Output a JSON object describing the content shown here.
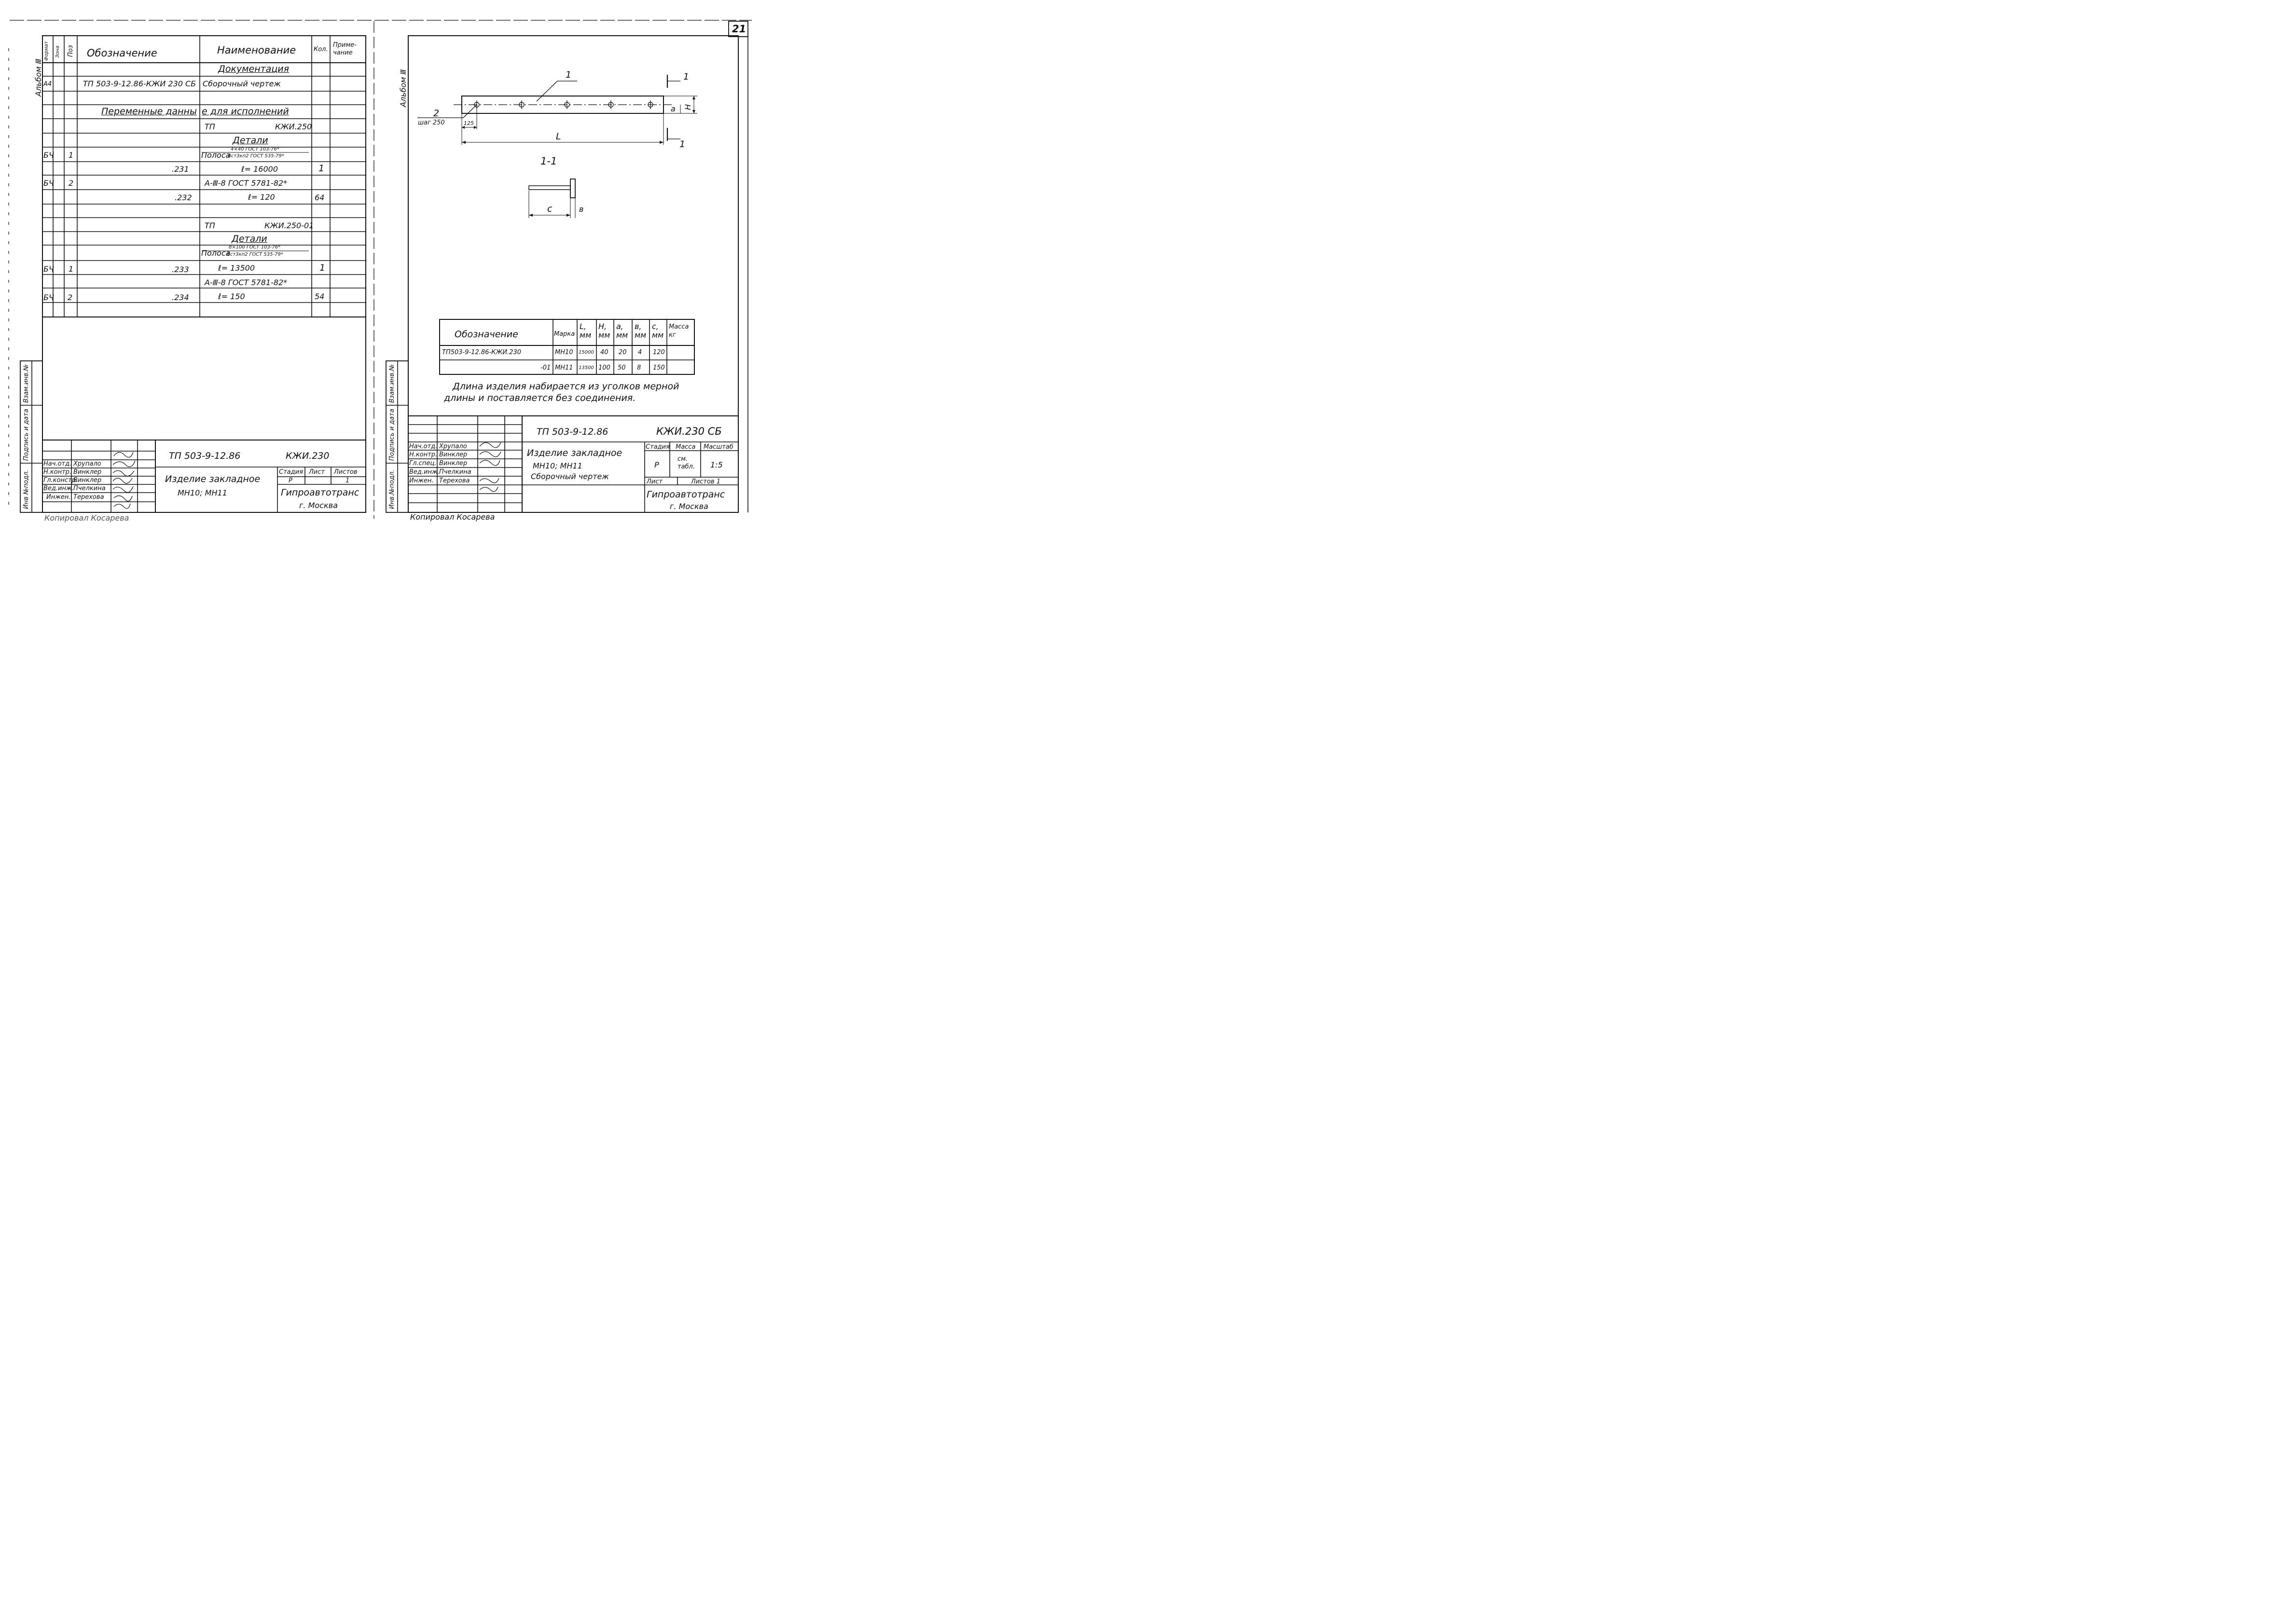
{
  "page_number": "21",
  "left": {
    "album_label": "Альбом Ⅲ",
    "header": {
      "format": "Формат",
      "zone": "Зона",
      "pos": "Поз",
      "designation": "Обозначение",
      "name": "Наименование",
      "qty": "Кол.",
      "note": "Приме-\nчание"
    },
    "rows": {
      "docs_heading": "Документация",
      "doc_format": "А4",
      "doc_designation": "ТП 503-9-12.86-КЖИ 230 СБ",
      "doc_name": "Сборочный чертеж",
      "variable_left": "Переменные данны",
      "variable_right": "е для исполнений",
      "tp1_left": "ТП",
      "tp1_right": "КЖИ.250",
      "details1": "Детали",
      "r1_format": "БЧ",
      "r1_pos": "1",
      "r1_name": "Полоса",
      "r1_name_top": "4×40 ГОСТ 103-76*",
      "r1_name_bottom": "Вст3кп2 ГОСТ 535-79*",
      "r1b_designation": ".231",
      "r1b_name": "ℓ= 16000",
      "r1b_qty": "1",
      "r2_format": "БЧ",
      "r2_pos": "2",
      "r2_name": "А-Ⅲ-8 ГОСТ 5781-82*",
      "r2b_designation": ".232",
      "r2b_name": "ℓ= 120",
      "r2b_qty": "64",
      "tp2_left": "ТП",
      "tp2_right": "КЖИ.250-01",
      "details2": "Детали",
      "r3_name": "Полоса",
      "r3_name_top": "8×100 ГОСТ 103-76*",
      "r3_name_bottom": "Вст3кп2 ГОСТ 535-79*",
      "r4_format": "БЧ",
      "r4_pos": "1",
      "r4_designation": ".233",
      "r4_name": "ℓ= 13500",
      "r4_qty": "1",
      "r5_name": "А-Ⅲ-8 ГОСТ 5781-82*",
      "r6_format": "БЧ",
      "r6_pos": "2",
      "r6_designation": ".234",
      "r6_name": "ℓ= 150",
      "r6_qty": "54"
    },
    "side_stamp": {
      "inv_podl": "Инв №подл.",
      "podpis": "Подпись и дата",
      "vzam": "Взам.инв.№"
    },
    "title_block": {
      "doc_code": "ТП 503-9-12.86",
      "doc_mark": "КЖИ.230",
      "title_line1": "Изделие закладное",
      "title_line2": "МН10; МН11",
      "stage_label": "Стадия",
      "sheet_label": "Лист",
      "sheets_label": "Листов",
      "stage_value": "Р",
      "sheets_value": "1",
      "org_line1": "Гипроавтотранс",
      "org_line2": "г. Москва",
      "roles": [
        "Нач.отд.",
        "Н.контр.",
        "Гл.констр.",
        "Вед.инж.",
        "Инжен."
      ],
      "names": [
        "Хрупало",
        "Винклер",
        "Винклер",
        "Пчелкина",
        "Терехова"
      ]
    },
    "copied_by": "Копировал Косарева"
  },
  "right": {
    "album_label": "Альбом Ⅲ",
    "drawing": {
      "label_1": "1",
      "label_2": "2",
      "step": "шаг 250",
      "dim_125": "125",
      "dim_L": "L",
      "dim_a": "a",
      "dim_H": "H",
      "section_mark_top": "1",
      "section_mark_bottom": "1",
      "section_title": "1-1",
      "dim_c": "c",
      "dim_b": "в"
    },
    "table": {
      "headers": [
        "Обозначение",
        "Марка",
        "L,\nмм",
        "H,\nмм",
        "a,\nмм",
        "в,\nмм",
        "c,\nмм",
        "Масса\nкг"
      ],
      "rows": [
        [
          "ТП503-9-12.86-КЖИ.230",
          "МН10",
          "15000",
          "40",
          "20",
          "4",
          "120",
          ""
        ],
        [
          "-01",
          "МН11",
          "13500",
          "100",
          "50",
          "8",
          "150",
          ""
        ]
      ]
    },
    "note_line1": "Длина изделия набирается из уголков мерной",
    "note_line2": "длины и поставляется без соединения.",
    "side_stamp": {
      "inv_podl": "Инв.№подл.",
      "podpis": "Подпись и дата",
      "vzam": "Взам.инв.№"
    },
    "title_block": {
      "doc_code": "ТП 503-9-12.86",
      "doc_mark": "КЖИ.230 СБ",
      "title_line1": "Изделие закладное",
      "title_line2": "МН10; МН11",
      "title_line3": "Сборочный чертеж",
      "stage_label": "Стадия",
      "mass_label": "Масса",
      "scale_label": "Масштаб",
      "stage_value": "Р",
      "mass_value": "см.\nтабл.",
      "scale_value": "1:5",
      "sheet_label": "Лист",
      "sheets_label": "Листов 1",
      "org_line1": "Гипроавтотранс",
      "org_line2": "г. Москва",
      "roles": [
        "Нач.отд.",
        "Н.контр.",
        "Гл.спец.",
        "Вед.инж.",
        "Инжен."
      ],
      "names": [
        "Хрупало",
        "Винклер",
        "Винклер",
        "Пчелкина",
        "Терехова"
      ]
    },
    "copied_by": "Копировал Косарева"
  }
}
